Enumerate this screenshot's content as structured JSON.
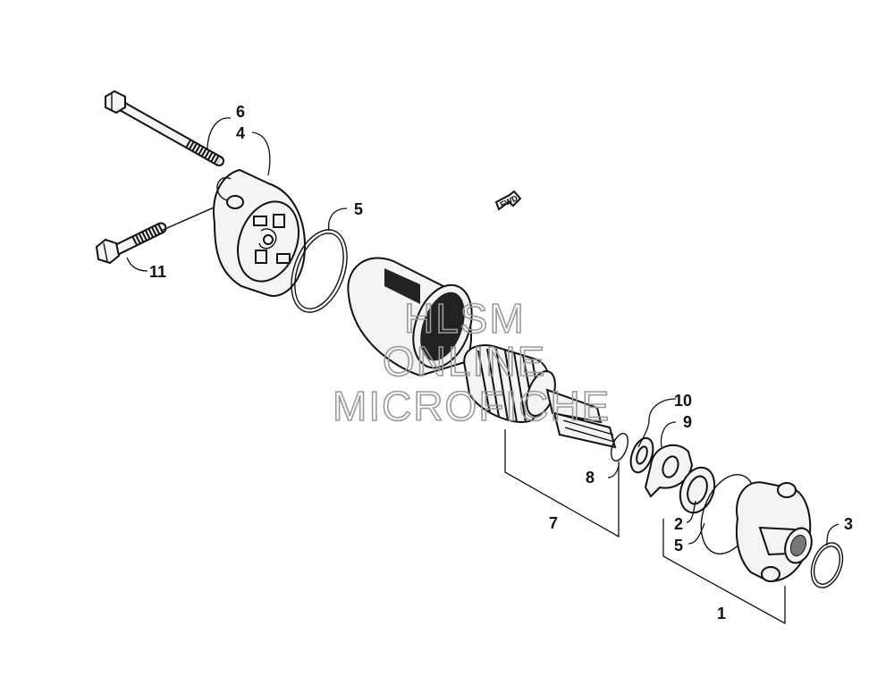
{
  "callouts": {
    "c1": "1",
    "c2": "2",
    "c3": "3",
    "c4": "4",
    "c5a": "5",
    "c5b": "5",
    "c6": "6",
    "c7": "7",
    "c8": "8",
    "c9": "9",
    "c10": "10",
    "c11": "11"
  },
  "fwd_label": "FWD",
  "watermark": {
    "line1": "HLSM",
    "line2": "ONLINE",
    "line3": "MICROFICHE"
  }
}
